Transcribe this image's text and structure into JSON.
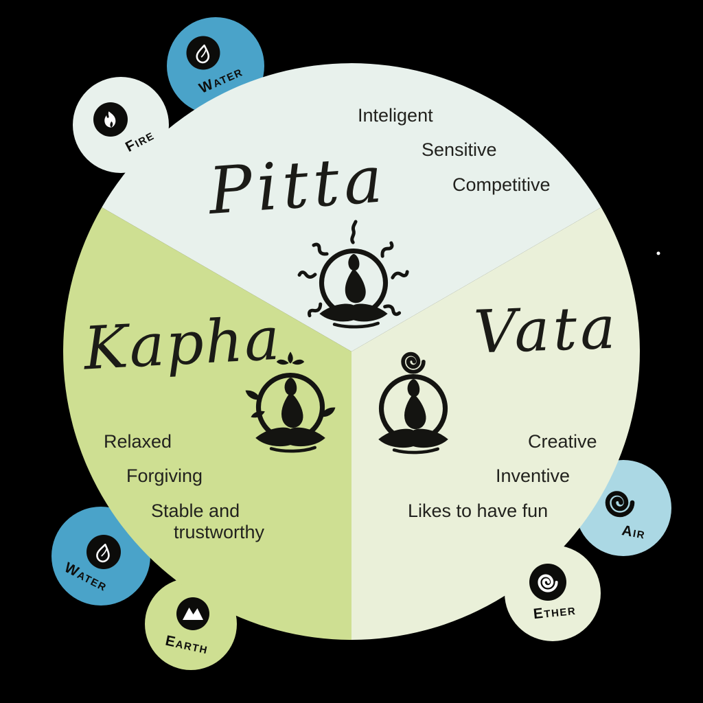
{
  "diagram": {
    "subject": "Ayurvedic dosha wheel",
    "sectors": [
      {
        "name": "Pitta",
        "traits": [
          "Inteligent",
          "Sensitive",
          "Competitive"
        ],
        "figure": "meditator-with-sun-rays"
      },
      {
        "name": "Kapha",
        "traits": [
          "Relaxed",
          "Forgiving",
          "Stable and trustworthy"
        ],
        "figure": "meditator-with-lotus-and-leaves"
      },
      {
        "name": "Vata",
        "traits": [
          "Creative",
          "Inventive",
          "Likes to have fun"
        ],
        "figure": "meditator-with-spiral"
      }
    ],
    "element_badges": [
      {
        "label": "Water",
        "icon": "water-drop-icon",
        "position": "top"
      },
      {
        "label": "Fire",
        "icon": "fire-icon",
        "position": "top-left"
      },
      {
        "label": "Water",
        "icon": "water-drop-icon",
        "position": "bottom-left"
      },
      {
        "label": "Earth",
        "icon": "mountain-icon",
        "position": "bottom"
      },
      {
        "label": "Ether",
        "icon": "spiral-icon",
        "position": "bottom-right"
      },
      {
        "label": "Air",
        "icon": "spiral-icon",
        "position": "right"
      }
    ]
  },
  "colors": {
    "background": "#000000",
    "pitta_sector": "#e8f1ec",
    "kapha_sector": "#cedf92",
    "vata_sector": "#eaf0d9",
    "water_circle": "#4aa3c9",
    "air_circle": "#abd8e4",
    "fire_circle": "#e8f1ec",
    "earth_circle": "#cedf92",
    "ether_circle": "#eaf0d9",
    "ink": "#141411",
    "icon_white": "#ffffff"
  }
}
